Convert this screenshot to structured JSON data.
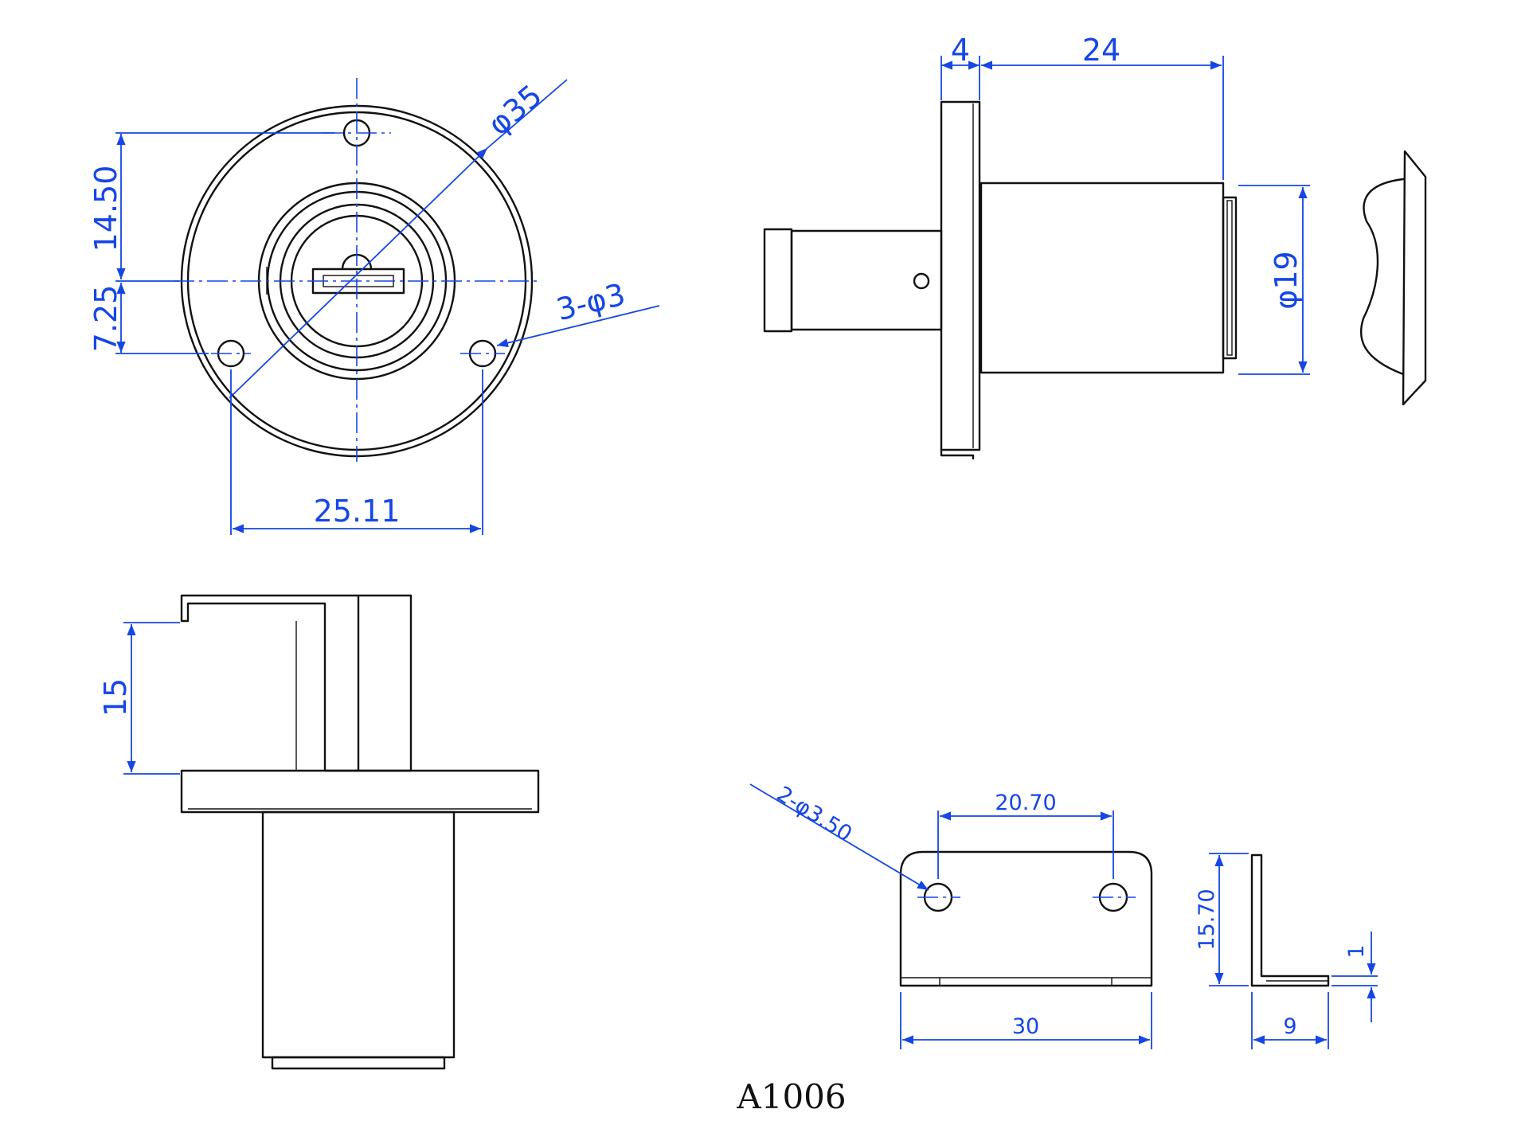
{
  "front_view": {
    "dim_diameter_body": "φ35",
    "dim_holes": "3-φ3",
    "dim_upper_offset": "14.50",
    "dim_lower_offset": "7.25",
    "dim_hole_span": "25.11"
  },
  "side_view": {
    "dim_flange": "4",
    "dim_body_length": "24",
    "dim_diameter_cylinder": "φ19"
  },
  "bottom_view": {
    "dim_height": "15"
  },
  "bracket_view": {
    "dim_holes": "2-φ3.50",
    "dim_hole_spacing": "20.70",
    "dim_width": "30",
    "dim_height": "15.70",
    "dim_depth": "9",
    "dim_thickness": "1"
  },
  "model_label": "A1006",
  "colors": {
    "dimension": "#1546e6",
    "outline": "#111111"
  }
}
